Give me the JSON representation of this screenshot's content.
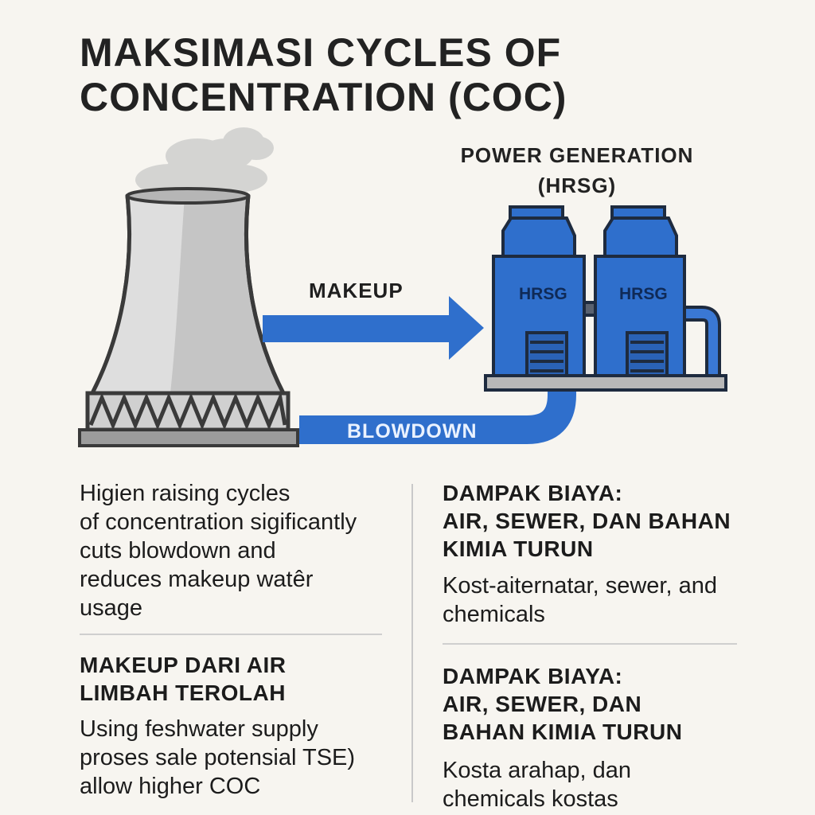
{
  "title": {
    "line1": "MAKSIMASI CYCLES OF",
    "line2": "CONCENTRATION (COC)"
  },
  "diagram": {
    "power_generation": {
      "line1": "POWER GENERATION",
      "line2": "(HRSG)"
    },
    "makeup_label": "MAKEUP",
    "blowdown_label": "BLOWDOWN",
    "hrsg_unit_1": "HRSG",
    "hrsg_unit_2": "HRSG"
  },
  "left_column": {
    "paragraph1": [
      "Higien raising cycles",
      "of concentration sigificantly",
      "cuts blowdown and",
      "reduces makeup watêr",
      "usage"
    ],
    "heading2": [
      "MAKEUP DARI AIR",
      "LIMBAH TEROLAH"
    ],
    "paragraph2": [
      "Using feshwater supply",
      "proses sale potensial TSE)",
      "allow higher COC"
    ]
  },
  "right_column": {
    "heading1": [
      "DAMPAK BIAYA:",
      "AIR, SEWER, DAN BAHAN",
      "KIMIA TURUN"
    ],
    "paragraph1": [
      "Kost-aiternatar, sewer, and",
      "chemicals"
    ],
    "heading2": [
      "DAMPAK BIAYA:",
      "AIR, SEWER, DAN",
      "BAHAN KIMIA TURUN"
    ],
    "paragraph2": [
      "Kosta arahap, dan",
      "chemicals kostas"
    ]
  },
  "colors": {
    "background": "#f7f5f0",
    "blue": "#2f6fcc",
    "dark_outline": "#3a3a3a",
    "tower_gray": "#c4c4c4"
  }
}
